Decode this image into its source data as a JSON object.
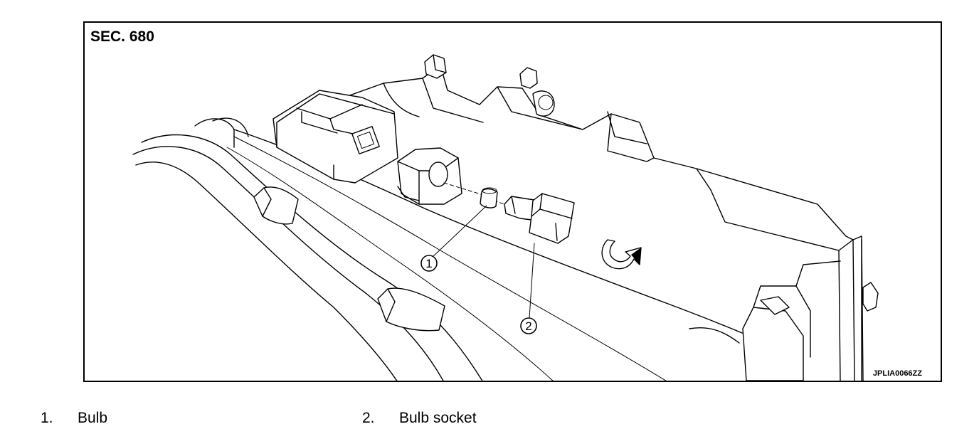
{
  "figure": {
    "section": "SEC. 680",
    "image_code": "JPLIA0066ZZ",
    "callouts": [
      {
        "number": "1",
        "part": "bulb"
      },
      {
        "number": "2",
        "part": "bulb-socket"
      }
    ]
  },
  "legend": [
    {
      "number": "1.",
      "label": "Bulb"
    },
    {
      "number": "2.",
      "label": "Bulb socket"
    }
  ]
}
